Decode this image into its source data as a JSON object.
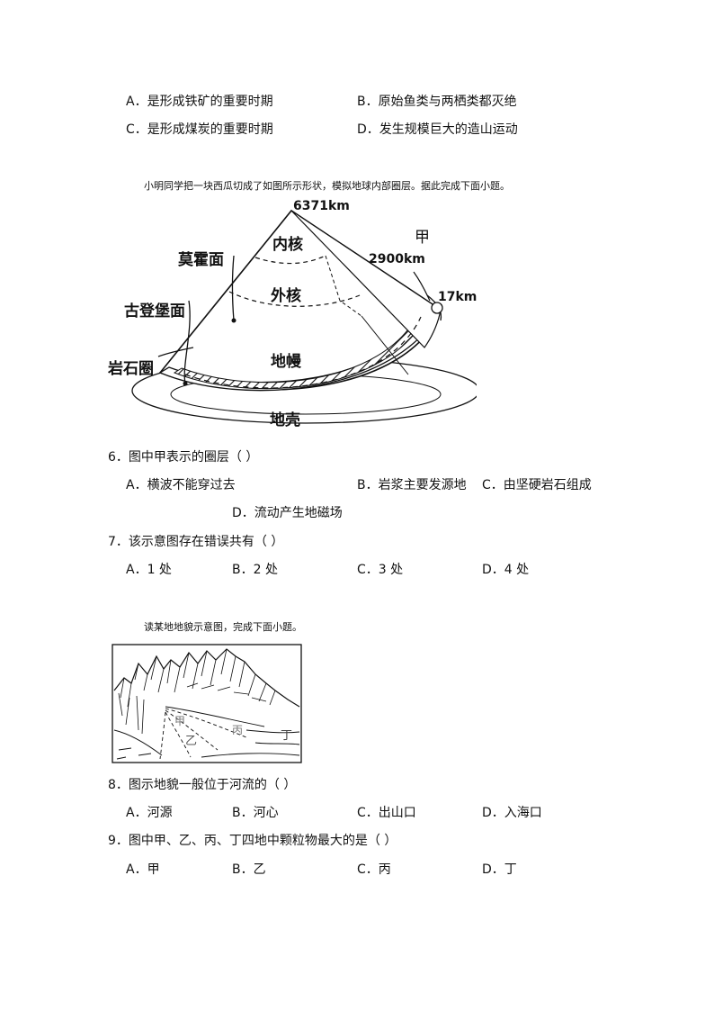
{
  "q5_options": {
    "a": "A．是形成铁矿的重要时期",
    "b": "B．原始鱼类与两栖类都灭绝",
    "c": "C．是形成煤炭的重要时期",
    "d": "D．发生规模巨大的造山运动"
  },
  "intro1": "小明同学把一块西瓜切成了如图所示形状，模拟地球内部圈层。据此完成下面小题。",
  "figure1": {
    "depth_6371": "6371km",
    "depth_2900": "2900km",
    "depth_17": "17km",
    "jia": "甲",
    "inner_core": "内核",
    "outer_core": "外核",
    "mantle": "地幔",
    "crust": "地壳",
    "moho": "莫霍面",
    "gutenberg": "古登堡面",
    "lithosphere": "岩石圈"
  },
  "q6": {
    "stem": "6．图中甲表示的圈层（   ）",
    "a": "A．横波不能穿过去",
    "b": "B．岩浆主要发源地",
    "c": "C．由坚硬岩石组成",
    "d": "D．流动产生地磁场"
  },
  "q7": {
    "stem": "7．该示意图存在错误共有（   ）",
    "a": "A．1 处",
    "b": "B．2 处",
    "c": "C．3 处",
    "d": "D．4 处"
  },
  "intro2": "读某地地貌示意图，完成下面小题。",
  "figure2": {
    "jia": "甲",
    "yi": "乙",
    "bing": "丙",
    "ding": "丁"
  },
  "q8": {
    "stem": "8．图示地貌一般位于河流的（   ）",
    "a": "A．河源",
    "b": "B．河心",
    "c": "C．出山口",
    "d": "D．入海口"
  },
  "q9": {
    "stem": "9．图中甲、乙、丙、丁四地中颗粒物最大的是（   ）",
    "a": "A．甲",
    "b": "B．乙",
    "c": "C．丙",
    "d": "D．丁"
  }
}
